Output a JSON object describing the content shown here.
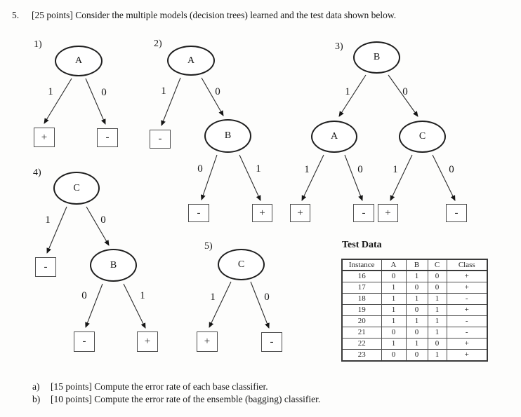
{
  "problem": {
    "number": "5.",
    "title": "[25 points] Consider the multiple models (decision trees) learned and the test data shown below."
  },
  "trees": {
    "t1": {
      "label": "1)",
      "root": "A",
      "left_edge": "1",
      "right_edge": "0",
      "left_leaf": "+",
      "right_leaf": "-"
    },
    "t2": {
      "label": "2)",
      "root": "A",
      "left_edge": "1",
      "right_edge": "0",
      "left_leaf": "-",
      "child": "B",
      "child_left_edge": "0",
      "child_right_edge": "1",
      "child_left_leaf": "-",
      "child_right_leaf": "+"
    },
    "t3": {
      "label": "3)",
      "root": "B",
      "left_edge": "1",
      "right_edge": "0",
      "left_child": "A",
      "a_left_edge": "1",
      "a_right_edge": "0",
      "a_left_leaf": "+",
      "a_right_leaf": "-",
      "right_child": "C",
      "c_left_edge": "1",
      "c_right_edge": "0",
      "c_left_leaf": "+",
      "c_right_leaf": "-"
    },
    "t4": {
      "label": "4)",
      "root": "C",
      "left_edge": "1",
      "right_edge": "0",
      "left_leaf": "-",
      "child": "B",
      "child_left_edge": "0",
      "child_right_edge": "1",
      "child_left_leaf": "-",
      "child_right_leaf": "+"
    },
    "t5": {
      "label": "5)",
      "root": "C",
      "left_edge": "1",
      "right_edge": "0",
      "left_leaf": "+",
      "right_leaf": "-"
    }
  },
  "test_data": {
    "heading": "Test Data",
    "headers": [
      "Instance",
      "A",
      "B",
      "C",
      "Class"
    ],
    "rows": [
      [
        "16",
        "0",
        "1",
        "0",
        "+"
      ],
      [
        "17",
        "1",
        "0",
        "0",
        "+"
      ],
      [
        "18",
        "1",
        "1",
        "1",
        "-"
      ],
      [
        "19",
        "1",
        "0",
        "1",
        "+"
      ],
      [
        "20",
        "1",
        "1",
        "1",
        "-"
      ],
      [
        "21",
        "0",
        "0",
        "1",
        "-"
      ],
      [
        "22",
        "1",
        "1",
        "0",
        "+"
      ],
      [
        "23",
        "0",
        "0",
        "1",
        "+"
      ]
    ]
  },
  "questions": [
    {
      "label": "a)",
      "text": "[15 points] Compute the error rate of each base classifier."
    },
    {
      "label": "b)",
      "text": "[10 points] Compute the error rate of the ensemble (bagging) classifier."
    }
  ]
}
